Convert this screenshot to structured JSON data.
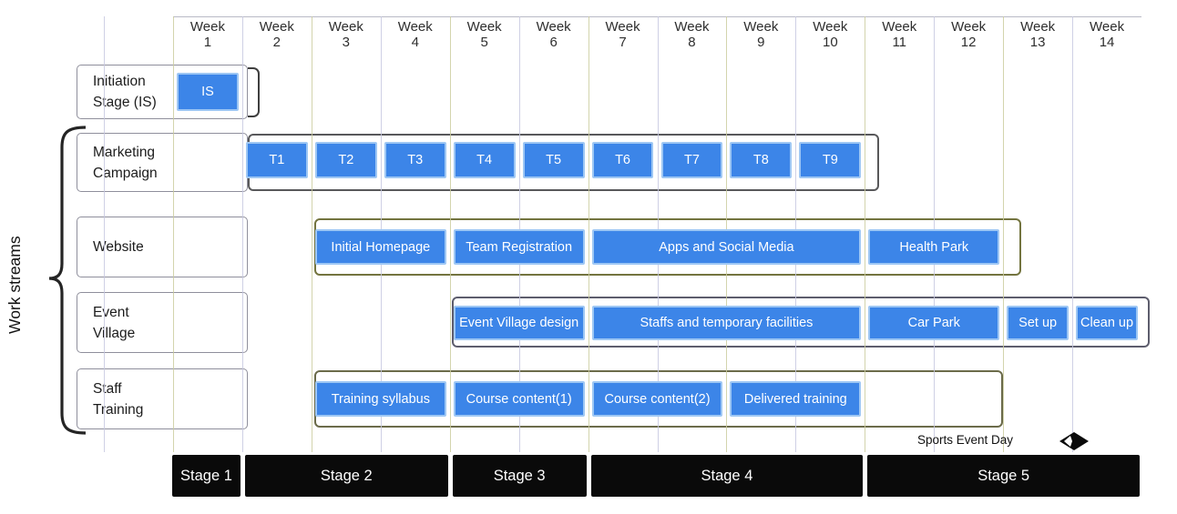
{
  "chart_data": {
    "type": "gantt",
    "left_label": "Work streams",
    "week_labels": [
      "Week 1",
      "Week 2",
      "Week 3",
      "Week 4",
      "Week 5",
      "Week 6",
      "Week 7",
      "Week 8",
      "Week 9",
      "Week 10",
      "Week 11",
      "Week 12",
      "Week 13",
      "Week 14"
    ],
    "rows": [
      {
        "name": "Initiation Stage (IS)",
        "label_lines": [
          "Initiation",
          "Stage (IS)"
        ],
        "bars": [
          {
            "label": "IS",
            "start": 1,
            "end": 1
          }
        ]
      },
      {
        "name": "Marketing Campaign",
        "label_lines": [
          "Marketing",
          "Campaign"
        ],
        "bars": [
          {
            "label": "T1",
            "start": 2,
            "end": 2
          },
          {
            "label": "T2",
            "start": 3,
            "end": 3
          },
          {
            "label": "T3",
            "start": 4,
            "end": 4
          },
          {
            "label": "T4",
            "start": 5,
            "end": 5
          },
          {
            "label": "T5",
            "start": 6,
            "end": 6
          },
          {
            "label": "T6",
            "start": 7,
            "end": 7
          },
          {
            "label": "T7",
            "start": 8,
            "end": 8
          },
          {
            "label": "T8",
            "start": 9,
            "end": 9
          },
          {
            "label": "T9",
            "start": 10,
            "end": 10
          }
        ]
      },
      {
        "name": "Website",
        "label_lines": [
          "Website"
        ],
        "bars": [
          {
            "label": "Initial Homepage",
            "start": 3,
            "end": 4
          },
          {
            "label": "Team Registration",
            "start": 5,
            "end": 6
          },
          {
            "label": "Apps and Social Media",
            "start": 7,
            "end": 10
          },
          {
            "label": "Health Park",
            "start": 11,
            "end": 12
          }
        ]
      },
      {
        "name": "Event Village",
        "label_lines": [
          "Event",
          "Village"
        ],
        "bars": [
          {
            "label": "Event Village design",
            "start": 5,
            "end": 6
          },
          {
            "label": "Staffs and temporary facilities",
            "start": 7,
            "end": 10
          },
          {
            "label": "Car Park",
            "start": 11,
            "end": 12
          },
          {
            "label": "Set up",
            "start": 13,
            "end": 13
          },
          {
            "label": "Clean up",
            "start": 14,
            "end": 14
          }
        ]
      },
      {
        "name": "Staff Training",
        "label_lines": [
          "Staff",
          "Training"
        ],
        "bars": [
          {
            "label": "Training syllabus",
            "start": 3,
            "end": 4
          },
          {
            "label": "Course content(1)",
            "start": 5,
            "end": 6
          },
          {
            "label": "Course content(2)",
            "start": 7,
            "end": 8
          },
          {
            "label": "Delivered training",
            "start": 9,
            "end": 10
          }
        ]
      }
    ],
    "stages": [
      {
        "label": "Stage 1",
        "start": 1,
        "end": 1
      },
      {
        "label": "Stage 2",
        "start": 2,
        "end": 4
      },
      {
        "label": "Stage 3",
        "start": 5,
        "end": 6
      },
      {
        "label": "Stage 4",
        "start": 7,
        "end": 10
      },
      {
        "label": "Stage 5",
        "start": 11,
        "end": 14
      }
    ],
    "milestone": {
      "label": "Sports Event Day",
      "week": 13
    }
  },
  "colors": {
    "bar_fill": "#3c85e8",
    "bar_border": "#9ec7f4",
    "stage_bg": "#0a0a0a",
    "stage_text": "#ffffff",
    "grid_lavender": "#c7c8e0",
    "grid_olive": "#cbcd9f",
    "container_marketing": "#58585a",
    "container_website": "#73743f",
    "container_event_village": "#5d5d6d",
    "container_staff_training": "#6b6b4a",
    "label_box_border": "#8f8f9c"
  }
}
